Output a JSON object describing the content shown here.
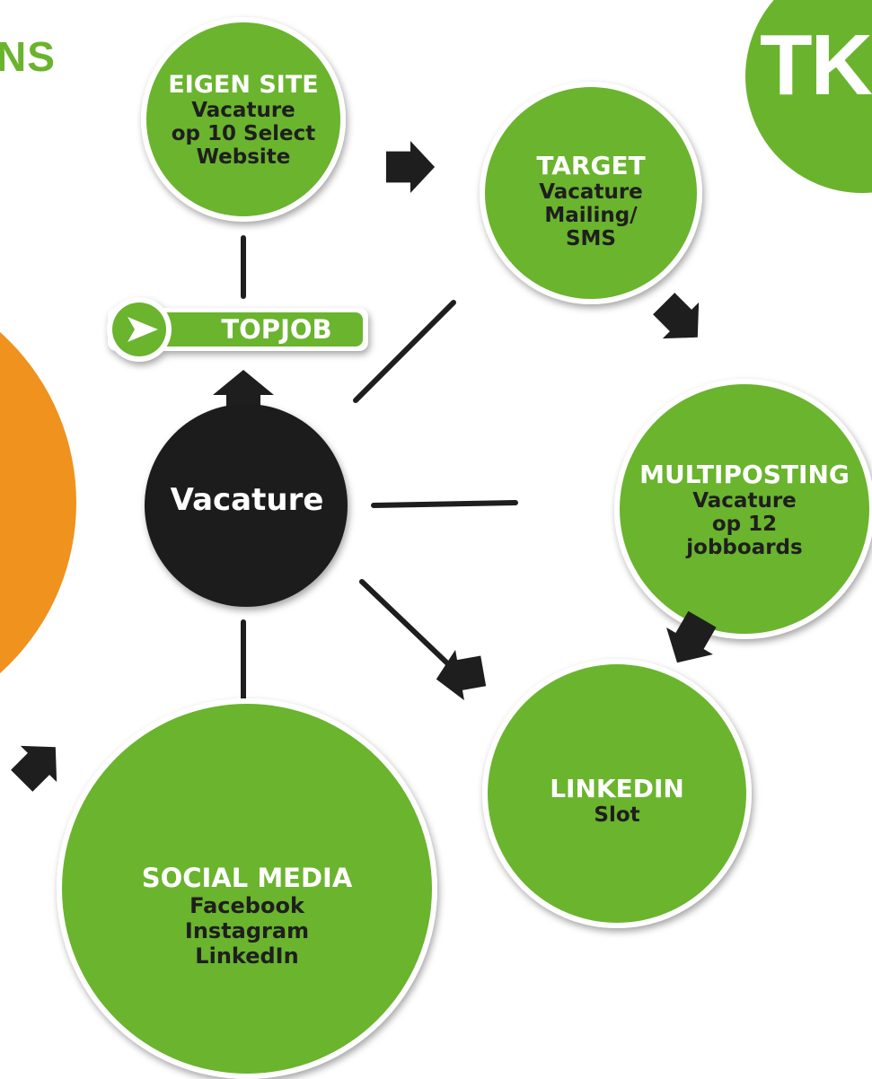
{
  "header": {
    "title_fragment": "NS"
  },
  "logo": {
    "letters": "TK"
  },
  "center": {
    "label": "Vacature"
  },
  "topjob": {
    "label": "TOPJOB"
  },
  "nodes": {
    "eigen_site": {
      "title": "EIGEN SITE",
      "lines": [
        "Vacature",
        "op 10 Select",
        "Website"
      ]
    },
    "target": {
      "title": "TARGET",
      "lines": [
        "Vacature",
        "Mailing/",
        "SMS"
      ]
    },
    "multiposting": {
      "title": "MULTIPOSTING",
      "lines": [
        "Vacature",
        "op 12",
        "jobboards"
      ]
    },
    "linkedin": {
      "title": "LINKEDIN",
      "lines": [
        "Slot"
      ]
    },
    "social_media": {
      "title": "SOCIAL MEDIA",
      "lines": [
        "Facebook",
        "Instagram",
        "LinkedIn"
      ]
    }
  },
  "colors": {
    "green": "#6ab42d",
    "dark": "#1e1e1e",
    "orange": "#f0921e",
    "white": "#ffffff"
  },
  "icons": {
    "flow_arrow": "chevron-arrow-icon",
    "topjob_play": "play-triangle-icon"
  }
}
